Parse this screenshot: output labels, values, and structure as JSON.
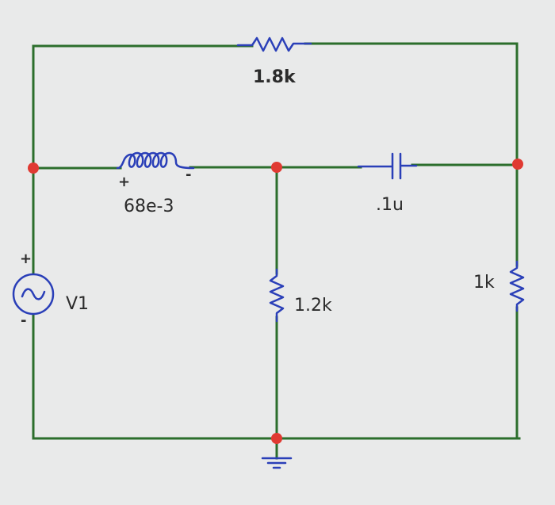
{
  "components": {
    "resistor_top": {
      "value": "1.8k"
    },
    "inductor": {
      "value": "68e-3",
      "plus": "+",
      "minus": "-"
    },
    "capacitor": {
      "value": ".1u"
    },
    "resistor_mid": {
      "value": "1.2k"
    },
    "resistor_right": {
      "value": "1k"
    },
    "source": {
      "name": "V1",
      "plus": "+",
      "minus": "-"
    }
  },
  "colors": {
    "wire": "#2c6e2c",
    "component": "#2a3fb8",
    "node": "#e03a32",
    "background": "#e9eaea"
  },
  "icons": [
    "resistor-symbol",
    "inductor-symbol",
    "capacitor-symbol",
    "ac-source-symbol",
    "ground-symbol"
  ]
}
